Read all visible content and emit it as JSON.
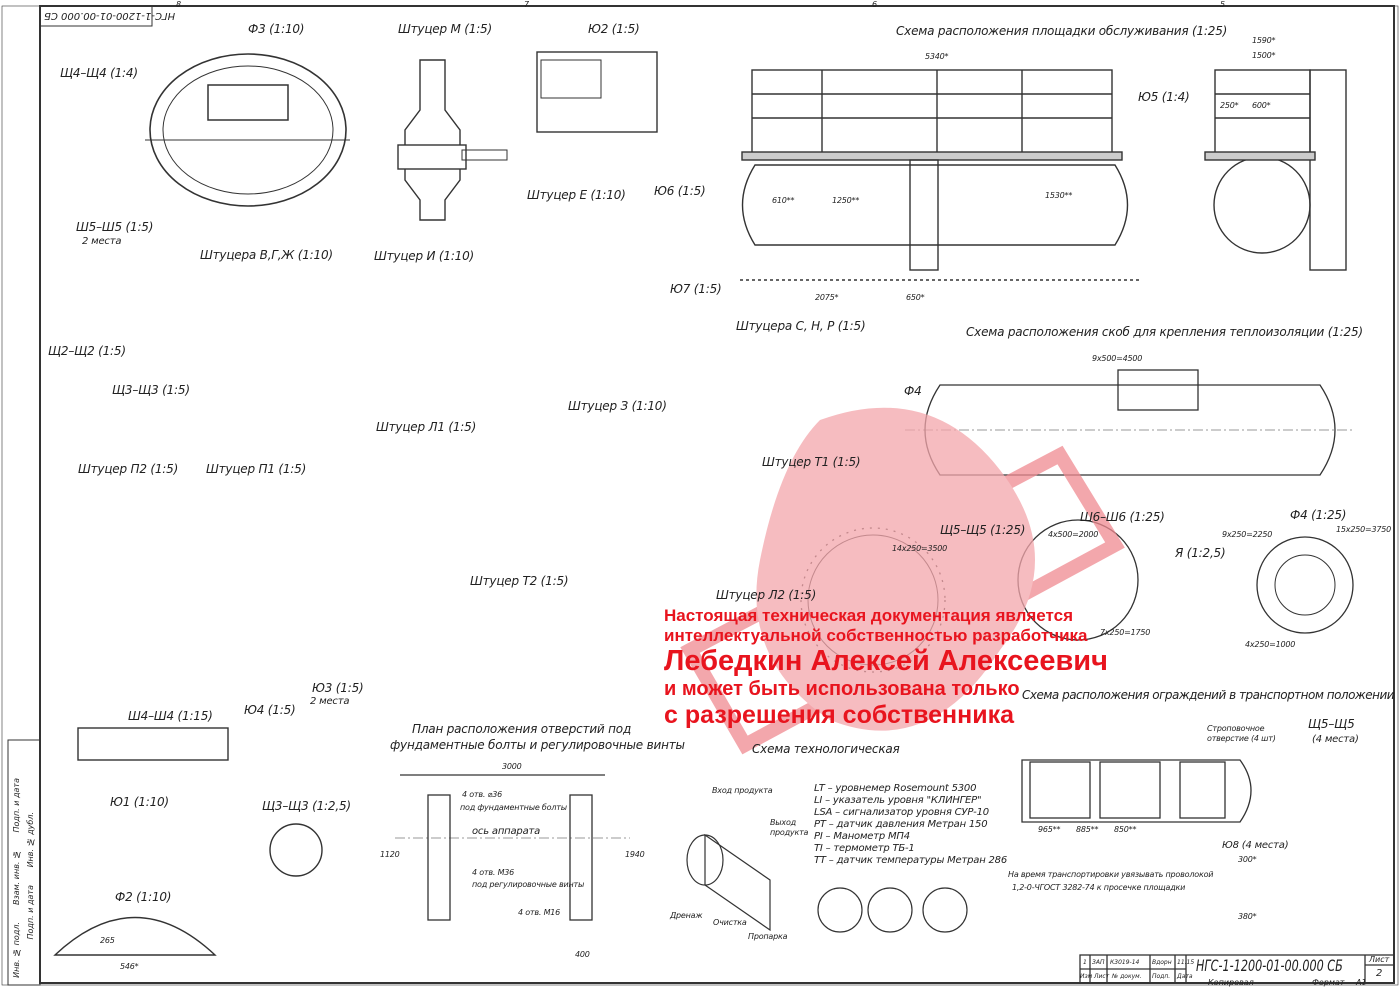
{
  "sheet": {
    "corner_code": "НГС-1-1200-01-00.000 СБ",
    "zones_top": [
      "8",
      "7",
      "6",
      "5"
    ]
  },
  "views": {
    "f3": "Ф3 (1:10)",
    "shtucer_m": "Штуцер М (1:5)",
    "yu2": "Ю2 (1:5)",
    "platform_scheme": "Схема расположения площадки обслуживания (1:25)",
    "sch4": "Щ4–Щ4 (1:4)",
    "sh5": "Ш5–Ш5 (1:5)",
    "sh5_count": "2 места",
    "shtucera_vgzh": "Штуцера В,Г,Ж (1:10)",
    "shtucer_i": "Штуцер И (1:10)",
    "shtucer_e": "Штуцер Е (1:10)",
    "yu6": "Ю6 (1:5)",
    "yu7": "Ю7 (1:5)",
    "sch2": "Щ2–Щ2 (1:5)",
    "sch3": "Щ3–Щ3 (1:5)",
    "shtucera_snr": "Штуцера С, Н, Р (1:5)",
    "insulation_scheme": "Схема расположения скоб для крепления теплоизоляции (1:25)",
    "shtucer_z": "Штуцер З (1:10)",
    "shtucer_l1": "Штуцер Л1 (1:5)",
    "shtucer_p2": "Штуцер П2 (1:5)",
    "shtucer_p1": "Штуцер П1 (1:5)",
    "shtucer_t1": "Штуцер Т1 (1:5)",
    "sch5_25": "Щ5–Щ5 (1:25)",
    "sh6": "Ш6–Ш6 (1:25)",
    "ya": "Я (1:2,5)",
    "f4": "Ф4 (1:25)",
    "shtucer_t2": "Штуцер Т2 (1:5)",
    "shtucer_l2": "Штуцер Л2 (1:5)",
    "yu3": "Ю3 (1:5)",
    "yu3_count": "2 места",
    "fence_scheme": "Схема расположения ограждений в транспортном положении",
    "sh4": "Ш4–Ш4 (1:15)",
    "yu4": "Ю4 (1:5)",
    "foundation_plan_1": "План расположения отверстий под",
    "foundation_plan_2": "фундаментные болты и регулировочные винты",
    "sch5_4": "Щ5–Щ5",
    "sch5_4_count": "(4 места)",
    "process_scheme": "Схема технологическая",
    "yu1": "Ю1 (1:10)",
    "sch3_25": "Щ3–Щ3 (1:2,5)",
    "f2": "Ф2 (1:10)",
    "f4_short": "Ф4",
    "yu5": "Ю5 (1:4)",
    "yu8": "Ю8 (4 места)"
  },
  "dimensions": {
    "d5340": "5340*",
    "d1590": "1590*",
    "d1500": "1500*",
    "d250": "250*",
    "d600": "600*",
    "d2075": "2075*",
    "d650": "650*",
    "d1250": "1250**",
    "d1530": "1530**",
    "d610": "610**",
    "d9x500": "9x500=4500",
    "d3000": "3000",
    "d300": "300*",
    "d380": "380*",
    "d965": "965**",
    "d885": "885**",
    "d850": "850**",
    "d546": "546*",
    "d265": "265",
    "d14x250": "14x250=3500",
    "d4x500": "4x500=2000",
    "d7x250": "7x250=1750",
    "d9x250": "9x250=2250",
    "d15x250": "15x250=3750",
    "d4x250": "4x250=1000",
    "d400": "400",
    "d1120": "1120",
    "d1940": "1940"
  },
  "notes": {
    "slinging_hole": "Строповочное отверстие (4 шт)",
    "transport_note_1": "На время транспортировки увязывать проволокой",
    "transport_note_2": "1,2-0-ЧГОСТ 3282-74 к просечке площадки",
    "axis": "ось аппарата",
    "holes_36": "4 отв. ⌀36",
    "holes_36_desc": "под фундаментные болты",
    "holes_m36": "4 отв. М36",
    "holes_m36_desc": "под регулировочные винты",
    "holes_116": "4 отв. М16",
    "inlet": "Вход продукта",
    "outlet": "Выход продукта",
    "drain": "Дренаж",
    "cleaning": "Очистка",
    "purge": "Пропарка"
  },
  "legend": [
    "LT – уровнемер Rosemount 5300",
    "LI – указатель уровня \"КЛИНГЕР\"",
    "LSA – сигнализатор уровня СУР-10",
    "PT – датчик давления Метран 150",
    "PI – Манометр МП4",
    "TI – термометр ТБ-1",
    "TT – датчик температуры Метран 286"
  ],
  "watermark": {
    "line1": "Настоящая техническая документация является",
    "line2": "интеллектуальной собственностью разработчика",
    "line3": "Лебедкин Алексей Алексеевич",
    "line4": "и может быть использована только",
    "line5": "с разрешения собственника",
    "color": "#e8141e"
  },
  "title_block": {
    "change_no": "1",
    "sheet_ref": "ЗАП",
    "doc_no": "К3019-14",
    "sign": "Вдорн",
    "date": "11.15",
    "col_izm": "Изм",
    "col_list": "Лист",
    "col_doc": "№ докум.",
    "col_sign": "Подп.",
    "col_date": "Дата",
    "designation": "НГС-1-1200-01-00.000 СБ",
    "sheet_label": "Лист",
    "sheet_no": "2",
    "copied": "Копировал",
    "format_label": "Формат",
    "format": "А1"
  },
  "side_stamp": [
    "Инв. № подл.",
    "Подп. и дата",
    "Взам. инв. №",
    "Инв. № дубл.",
    "Подп. и дата"
  ]
}
